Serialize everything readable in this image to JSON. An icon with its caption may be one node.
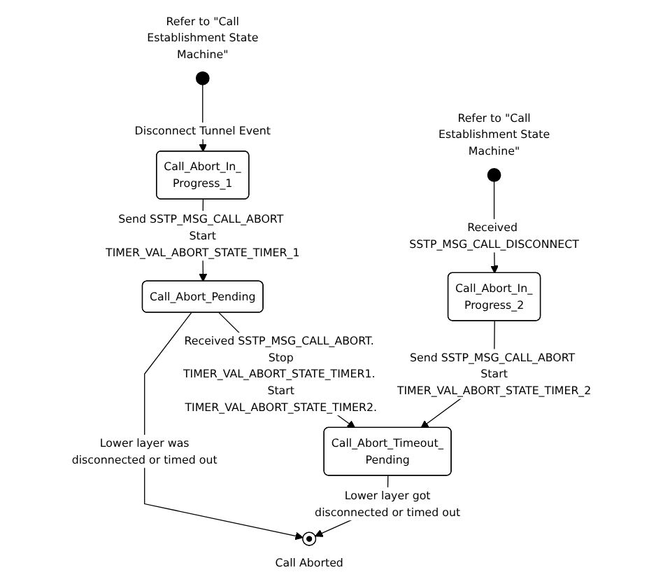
{
  "diagram": {
    "nodes": [
      {
        "text": [],
        "shape": "circle",
        "beside": [
          "Refer to \"Call Establishment State Machine\""
        ]
      },
      {
        "text": [
          "Call_Abort_In_ Progress_2"
        ]
      },
      {
        "text": [
          "Call_Abort_Timeout_ Pending"
        ]
      },
      {
        "text": [],
        "shape": "circle",
        "beside": [
          "Refer to \"Call Establishment State Machine\""
        ]
      },
      {
        "text": [
          "Call_Abort_In_ Progress_1"
        ]
      },
      {
        "text": [
          "Call_Abort_Pending"
        ]
      },
      {
        "text": [],
        "shape": "circle",
        "beside": [
          "Call Aborted"
        ]
      }
    ],
    "edges": [
      {
        "from": 0,
        "to": 1,
        "arrow": "to",
        "label": "Received SSTP_MSG_CALL_DISCONNECT"
      },
      {
        "from": 1,
        "to": 2,
        "arrow": "to",
        "label": "Send SSTP_MSG_CALL_ABORT Start TIMER_VAL_ABORT_STATE_TIMER_2"
      },
      {
        "from": 3,
        "to": 4,
        "arrow": "to",
        "label": "Disconnect Tunnel Event"
      },
      {
        "from": 4,
        "to": 5,
        "arrow": "to",
        "label": "Send SSTP_MSG_CALL_ABORT Start TIMER_VAL_ABORT_STATE_TIMER_1"
      },
      {
        "from": 5,
        "to": 2,
        "arrow": "to",
        "label": "Received SSTP_MSG_CALL_ABORT. Stop TIMER_VAL_ABORT_STATE_TIMER1. Start TIMER_VAL_ABORT_STATE_TIMER2."
      },
      {
        "from": 5,
        "to": 6,
        "arrow": "to",
        "label": "Lower layer was disconnected or timed out"
      },
      {
        "from": 2,
        "to": 6,
        "arrow": "to",
        "label": "Lower layer got disconnected or timed out"
      }
    ]
  }
}
